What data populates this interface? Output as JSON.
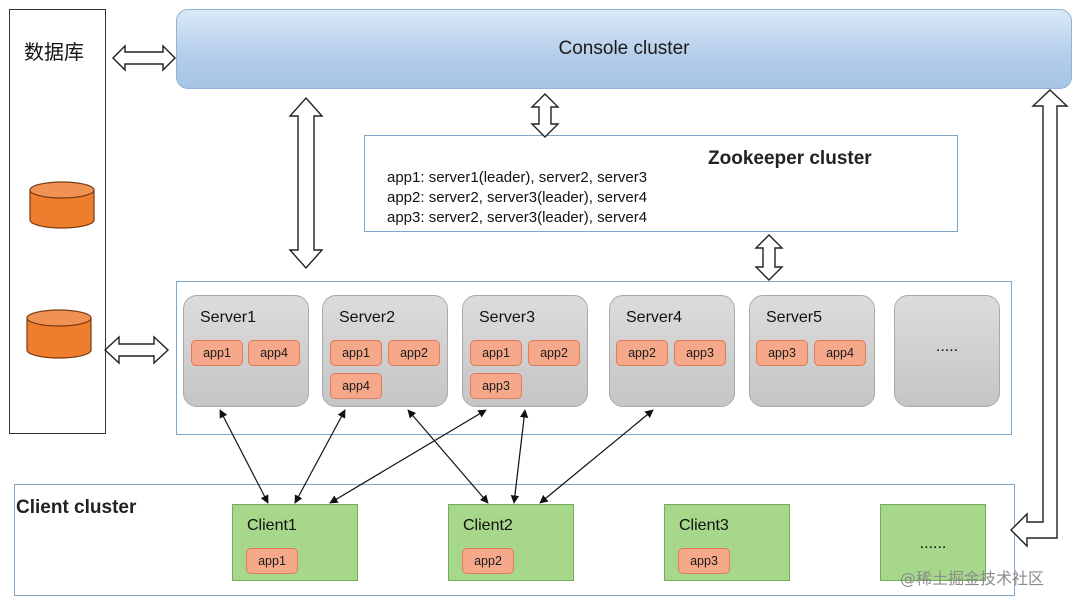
{
  "database": {
    "title": "数据库"
  },
  "console": {
    "title": "Console cluster"
  },
  "zookeeper": {
    "title": "Zookeeper cluster",
    "lines": [
      "app1: server1(leader), server2, server3",
      "app2: server2, server3(leader), server4",
      "app3: server2, server3(leader), server4"
    ]
  },
  "servers": [
    {
      "name": "Server1",
      "apps": [
        "app1",
        "app4"
      ]
    },
    {
      "name": "Server2",
      "apps": [
        "app1",
        "app2",
        "app4"
      ]
    },
    {
      "name": "Server3",
      "apps": [
        "app1",
        "app2",
        "app3"
      ]
    },
    {
      "name": "Server4",
      "apps": [
        "app2",
        "app3"
      ]
    },
    {
      "name": "Server5",
      "apps": [
        "app3",
        "app4"
      ]
    },
    {
      "name": "",
      "ellipsis": "....."
    }
  ],
  "client_cluster": {
    "title": "Client cluster",
    "clients": [
      {
        "name": "Client1",
        "app": "app1"
      },
      {
        "name": "Client2",
        "app": "app2"
      },
      {
        "name": "Client3",
        "app": "app3"
      },
      {
        "name": "",
        "ellipsis": "......"
      }
    ]
  },
  "colors": {
    "console_fill": "#b3cdea",
    "server_fill": "#c8c8c8",
    "app_fill": "#f6a98a",
    "client_fill": "#a6d78a",
    "db_fill": "#ee7d2d"
  },
  "watermark": "@稀土掘金技术社区"
}
